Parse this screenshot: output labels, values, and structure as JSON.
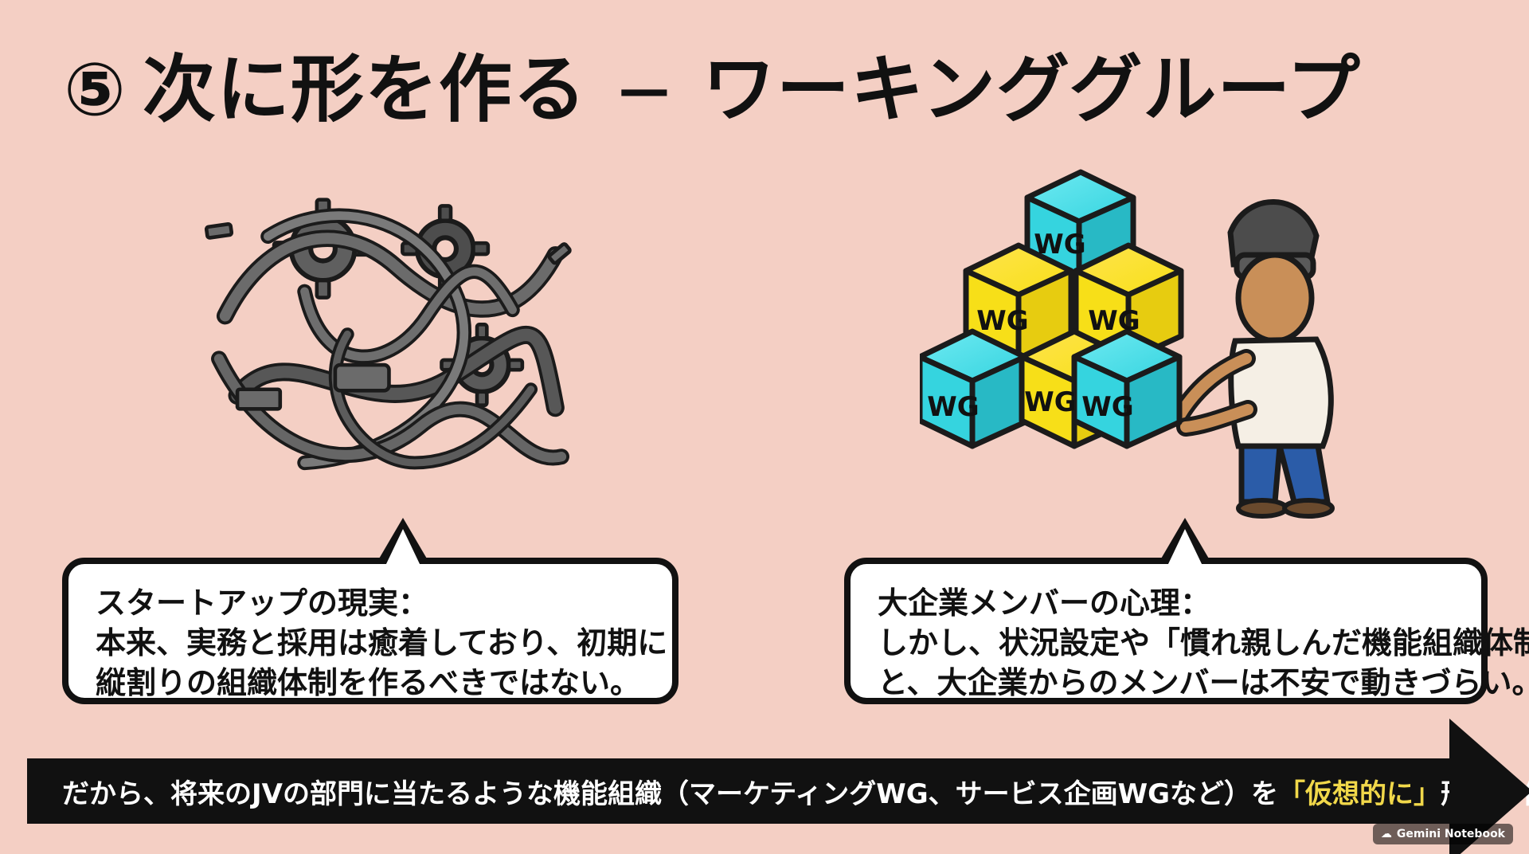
{
  "title": {
    "number": "⑤",
    "main": "次に形を作る",
    "dash": "—",
    "sub": "ワーキンググループ"
  },
  "left_panel": {
    "lines": [
      "スタートアップの現実：",
      "本来、実務と採用は癒着しており、初期に",
      "縦割りの組織体制を作るべきではない。"
    ]
  },
  "right_panel": {
    "cubes": [
      "WG",
      "WG",
      "WG",
      "WG",
      "WG",
      "WG"
    ],
    "lines": [
      "大企業メンバーの心理：",
      "しかし、状況設定や「慣れ親しんだ機能組織体制」",
      "と、大企業からのメンバーは不安で動きづらい。"
    ]
  },
  "bottom_banner": {
    "before": "だから、将来のJVの部門に当たるような機能組織（マーケティングWG、サービス企画WGなど）を",
    "highlight": "「仮想的に」",
    "after": "形だけ作る。"
  },
  "watermark": {
    "label": "Gemini Notebook"
  },
  "colors": {
    "background": "#f4cfc4",
    "cyan_cube": "#35d4df",
    "yellow_cube": "#f7df18",
    "highlight": "#f1d84a"
  }
}
